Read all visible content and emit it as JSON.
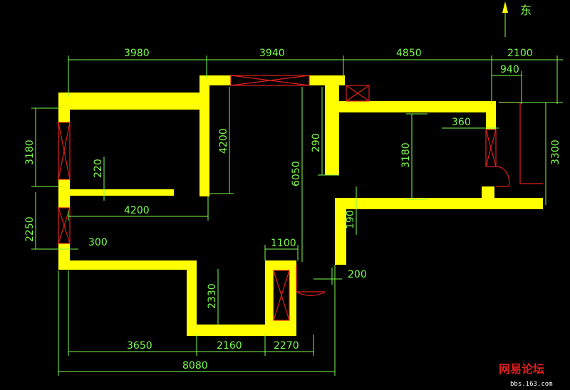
{
  "compass": {
    "label": "东"
  },
  "dimensions": {
    "top_1": "3980",
    "top_2": "3940",
    "top_3": "4850",
    "top_4": "2100",
    "right_940": "940",
    "right_360": "360",
    "right_3300": "3300",
    "right_3180": "3180",
    "left_3180": "3180",
    "left_2250": "2250",
    "inner_220": "220",
    "inner_4200_h": "4200",
    "inner_300": "300",
    "inner_4200_v": "4200",
    "inner_290": "290",
    "inner_6050": "6050",
    "inner_190": "190",
    "inner_1100": "1100",
    "inner_200": "200",
    "inner_2330": "2330",
    "bottom_3650": "3650",
    "bottom_2160": "2160",
    "bottom_2270": "2270",
    "bottom_8080": "8080"
  },
  "watermark": {
    "text": "网易论坛",
    "sub": "bbs.163.com",
    "color_a": "#E0201E",
    "color_b": "#ffffff"
  }
}
